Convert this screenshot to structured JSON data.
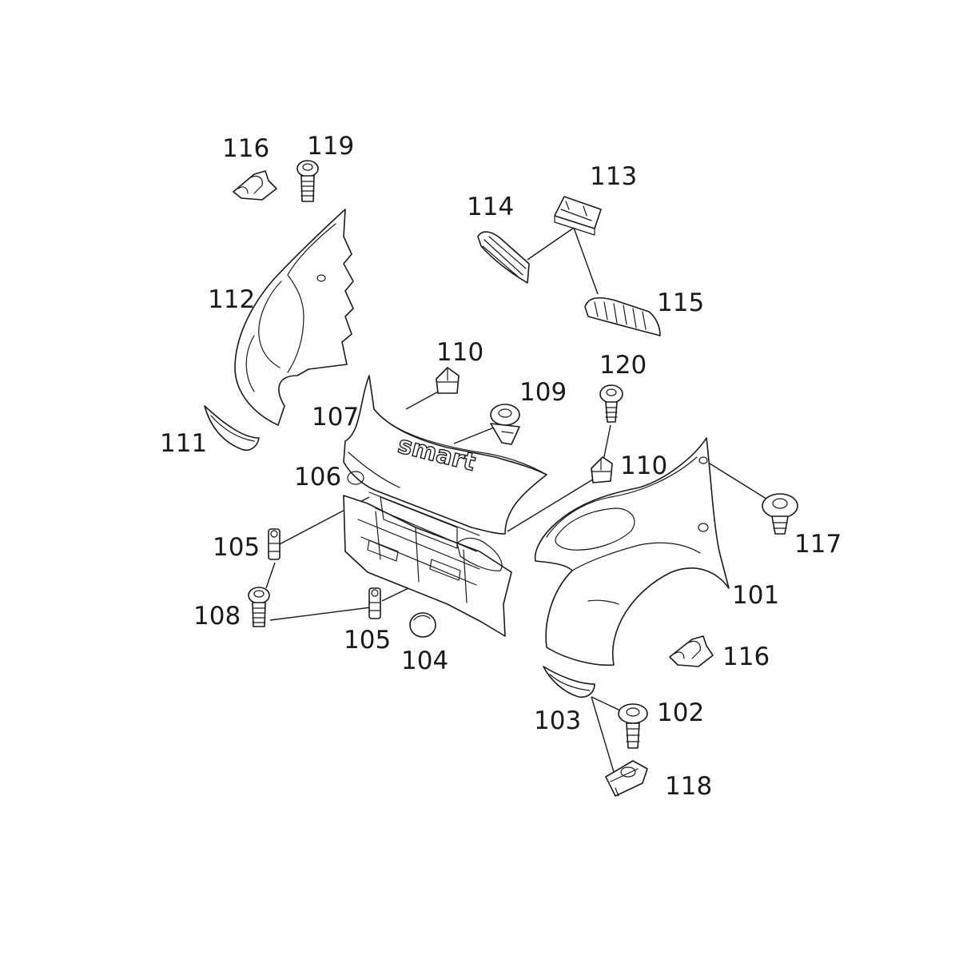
{
  "diagram": {
    "logo": "smart",
    "callouts": {
      "c101": "101",
      "c102": "102",
      "c103": "103",
      "c104": "104",
      "c105a": "105",
      "c105b": "105",
      "c106": "106",
      "c107": "107",
      "c108": "108",
      "c109": "109",
      "c110a": "110",
      "c110b": "110",
      "c111": "111",
      "c112": "112",
      "c113": "113",
      "c114": "114",
      "c115": "115",
      "c116a": "116",
      "c116b": "116",
      "c117": "117",
      "c118": "118",
      "c119": "119",
      "c120": "120"
    }
  }
}
